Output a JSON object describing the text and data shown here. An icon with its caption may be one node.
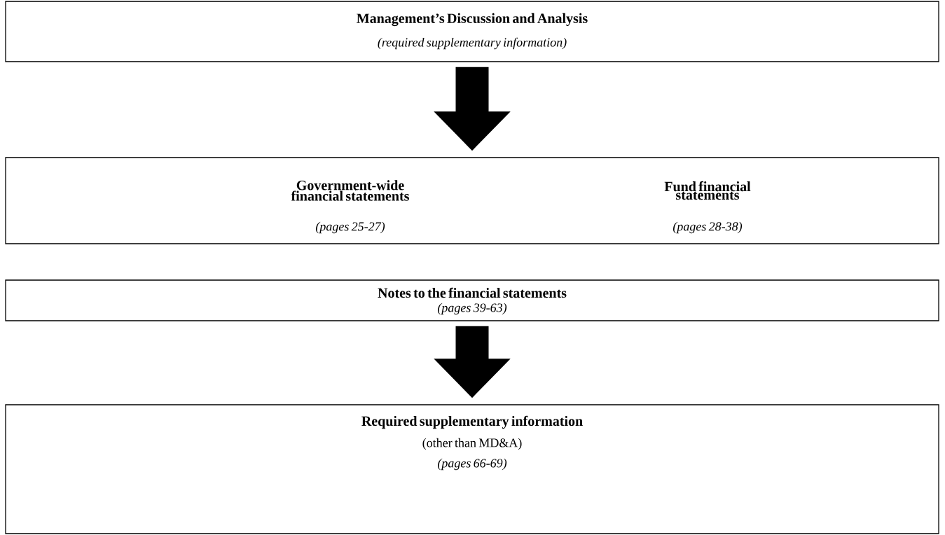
{
  "diagram": {
    "nodes": [
      {
        "text": [
          "Management’s Discussion and Analysis",
          "(required supplementary information)"
        ]
      },
      {
        "text": [
          "Government-wide financial statements",
          "(pages 25-27)",
          "Fund financial statements",
          "(pages 28-38)"
        ]
      },
      {
        "text": [
          "Notes to the financial statements",
          "(pages 39-63)"
        ]
      },
      {
        "text": [
          "Required supplementary information",
          "(other than MD&A)",
          "(pages 66-69)"
        ]
      }
    ],
    "edges": [
      {
        "from": 0,
        "to": 1,
        "arrow": "to"
      },
      {
        "from": 2,
        "to": 3,
        "arrow": "to"
      }
    ]
  }
}
